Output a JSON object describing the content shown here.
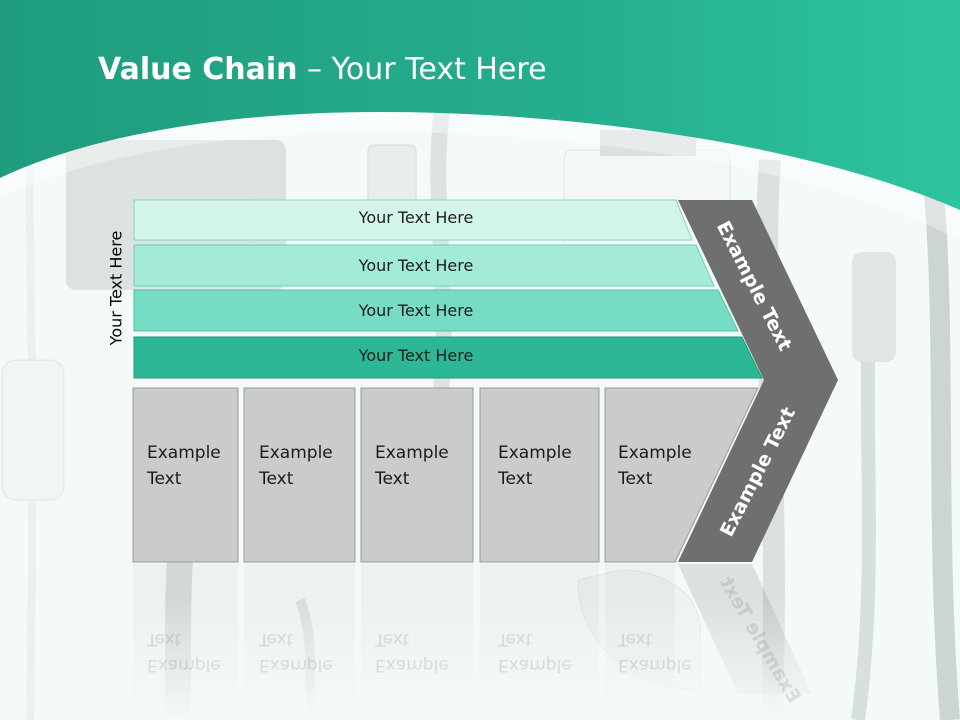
{
  "slide": {
    "title_bold": "Value Chain",
    "title_rest": " – Your Text Here",
    "vertical_label": "Your Text Here"
  },
  "rows": [
    {
      "label": "Your Text Here",
      "color": "#d3f5ec"
    },
    {
      "label": "Your Text Here",
      "color": "#a3ead8"
    },
    {
      "label": "Your Text Here",
      "color": "#76dcc4"
    },
    {
      "label": "Your Text Here",
      "color": "#2cb896"
    }
  ],
  "boxes": [
    {
      "line1": "Example",
      "line2": "Text"
    },
    {
      "line1": "Example",
      "line2": "Text"
    },
    {
      "line1": "Example",
      "line2": "Text"
    },
    {
      "line1": "Example",
      "line2": "Text"
    },
    {
      "line1": "Example",
      "line2": "Text"
    }
  ],
  "arrow": {
    "upper_text": "Example Text",
    "lower_text": "Example Text",
    "color": "#6f6f6f"
  },
  "colors": {
    "header": "#27b795",
    "box_fill": "#cbcbcb",
    "box_stroke": "#9a9a9a"
  }
}
